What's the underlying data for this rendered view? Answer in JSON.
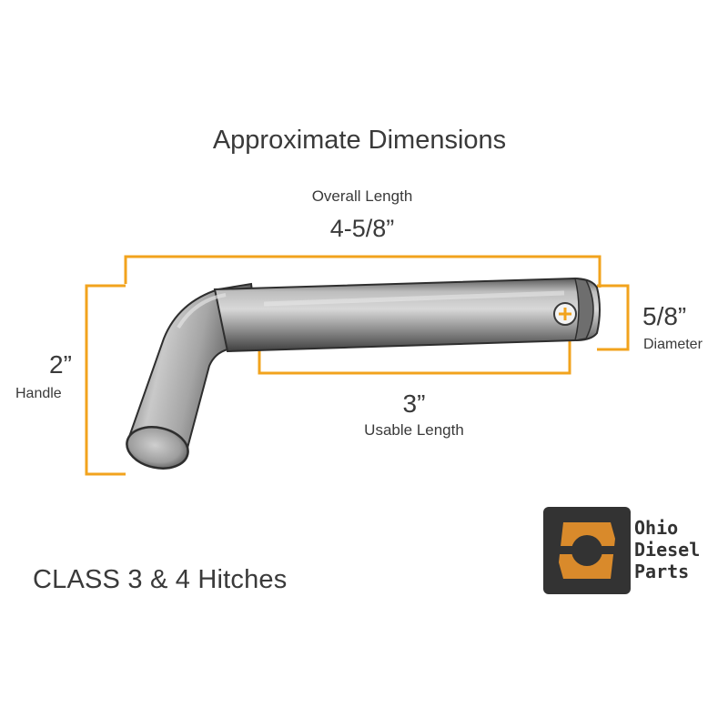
{
  "title": "Approximate Dimensions",
  "overall": {
    "label": "Overall Length",
    "value": "4-5/8”"
  },
  "handle": {
    "value": "2”",
    "label": "Handle"
  },
  "diameter": {
    "value": "5/8”",
    "label": "Diameter"
  },
  "usable": {
    "value": "3”",
    "label": "Usable Length"
  },
  "class_text": "CLASS  3 & 4  Hitches",
  "logo": {
    "line1": "Ohio",
    "line2": "Diesel",
    "line3": "Parts"
  },
  "colors": {
    "dimension_line": "#F2A31D",
    "logo_orange": "#D98A2B",
    "logo_dark": "#333333",
    "pin_metal": "#9a9a9a"
  },
  "icons": [
    "hitch-pin-image",
    "ohio-diesel-parts-logo-icon"
  ]
}
